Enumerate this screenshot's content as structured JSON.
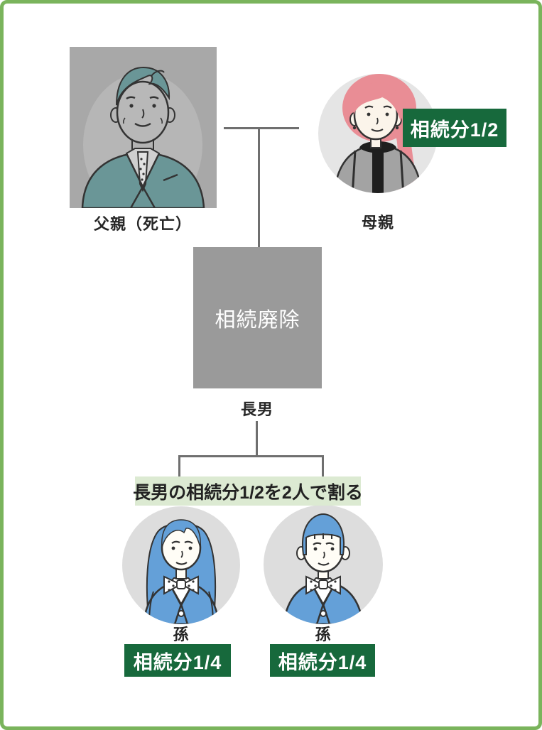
{
  "diagram": {
    "father": {
      "label": "父親（死亡）"
    },
    "mother": {
      "label": "母親",
      "badge": "相続分1/2"
    },
    "disinheritance_box": {
      "label": "相続廃除"
    },
    "son": {
      "label": "長男"
    },
    "note_banner": {
      "text": "長男の相続分1/2を2人で割る"
    },
    "grandchildren": [
      {
        "label": "孫",
        "badge": "相続分1/4"
      },
      {
        "label": "孫",
        "badge": "相続分1/4"
      }
    ]
  },
  "colors": {
    "frame_border": "#7ab45c",
    "badge_green": "#17693c",
    "banner_green": "#dcead2",
    "box_gray": "#9a9a9a",
    "line_gray": "#6f6f6f",
    "deceased_photo_gray": "#a8a8a8",
    "suit_teal": "#6a9697",
    "hair_pink": "#e98d95",
    "kids_blue": "#64a0d8"
  },
  "icons": {
    "father": "deceased-father-portrait-icon",
    "mother": "mother-portrait-icon",
    "granddaughter": "granddaughter-portrait-icon",
    "grandson": "grandson-portrait-icon"
  }
}
